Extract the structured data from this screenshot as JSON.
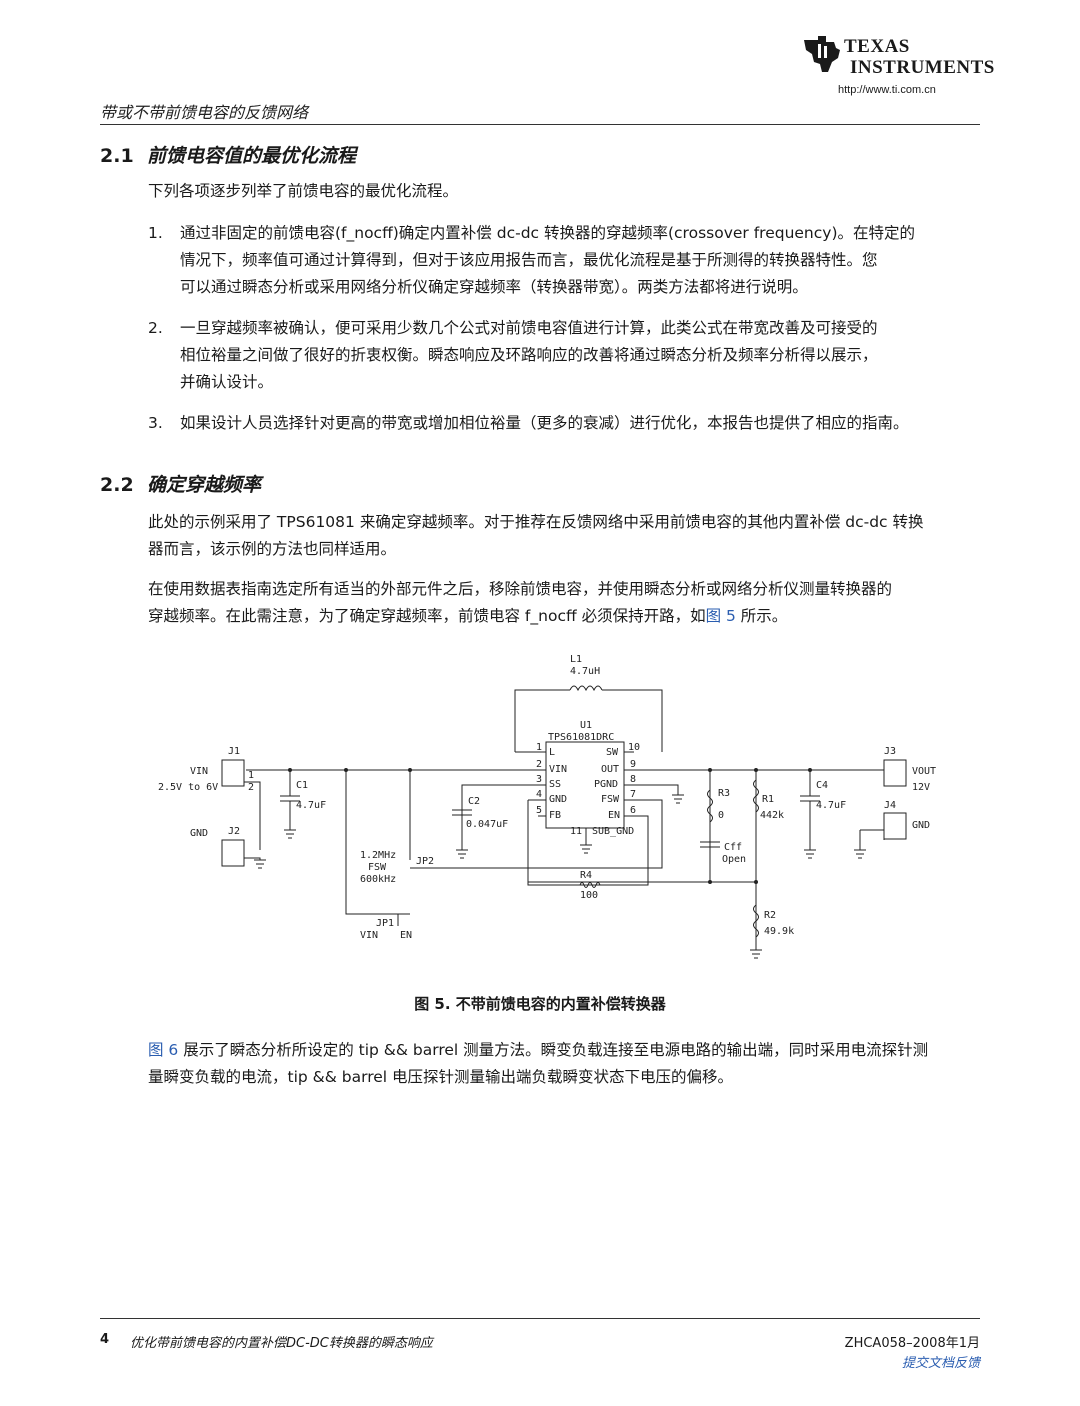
{
  "header": {
    "logo_line1": "TEXAS",
    "logo_line2": "INSTRUMENTS",
    "url": "http://www.ti.com.cn",
    "running_title": "带或不带前馈电容的反馈网络"
  },
  "section_2_1": {
    "number": "2.1",
    "title": "前馈电容值的最优化流程",
    "intro": "下列各项逐步列举了前馈电容的最优化流程。",
    "items": [
      {
        "num": "1.",
        "lines": [
          "通过非固定的前馈电容(f_nocff)确定内置补偿 dc-dc 转换器的穿越频率(crossover frequency)。在特定的",
          "情况下，频率值可通过计算得到，但对于该应用报告而言，最优化流程是基于所测得的转换器特性。您",
          "可以通过瞬态分析或采用网络分析仪确定穿越频率（转换器带宽）。两类方法都将进行说明。"
        ]
      },
      {
        "num": "2.",
        "lines": [
          "一旦穿越频率被确认，便可采用少数几个公式对前馈电容值进行计算，此类公式在带宽改善及可接受的",
          "相位裕量之间做了很好的折衷权衡。瞬态响应及环路响应的改善将通过瞬态分析及频率分析得以展示，",
          "并确认设计。"
        ]
      },
      {
        "num": "3.",
        "lines": [
          "如果设计人员选择针对更高的带宽或增加相位裕量（更多的衰减）进行优化，本报告也提供了相应的指南。"
        ]
      }
    ]
  },
  "section_2_2": {
    "number": "2.2",
    "title": "确定穿越频率",
    "para1": [
      "此处的示例采用了 TPS61081 来确定穿越频率。对于推荐在反馈网络中采用前馈电容的其他内置补偿 dc-dc 转换",
      "器而言，该示例的方法也同样适用。"
    ],
    "para2_line1": "在使用数据表指南选定所有适当的外部元件之后，移除前馈电容，并使用瞬态分析或网络分析仪测量转换器的",
    "para2_line2_pre": "穿越频率。在此需注意，为了确定穿越频率，前馈电容 f_nocff 必须保持开路，如",
    "para2_link": "图 5",
    "para2_line2_post": " 所示。",
    "figure_caption": "图 5. 不带前馈电容的内置补偿转换器",
    "para3_link": "图 6",
    "para3_line1_post": " 展示了瞬态分析所设定的 tip && barrel 测量方法。瞬变负载连接至电源电路的输出端，同时采用电流探针测",
    "para3_line2": "量瞬变负载的电流，tip && barrel 电压探针测量输出端负载瞬变状态下电压的偏移。"
  },
  "schematic": {
    "L1": "L1",
    "L1_val": "4.7uH",
    "U1": "U1",
    "U1_part": "TPS61081DRC",
    "pins": {
      "p1": "1",
      "p2": "2",
      "p3": "3",
      "p4": "4",
      "p5": "5",
      "p6": "6",
      "p7": "7",
      "p8": "8",
      "p9": "9",
      "p10": "10",
      "p11": "11",
      "L": "L",
      "VIN": "VIN",
      "SS": "SS",
      "GND": "GND",
      "FB": "FB",
      "SW": "SW",
      "OUT": "OUT",
      "PGND": "PGND",
      "FSW": "FSW",
      "EN": "EN",
      "SUB_GND": "SUB_GND"
    },
    "J1": "J1",
    "J2": "J2",
    "J3": "J3",
    "J4": "J4",
    "vin_label": "VIN",
    "vin_range": "2.5V to 6V",
    "gnd_left": "GND",
    "vout_label": "VOUT",
    "vout_val": "12V",
    "gnd_right": "GND",
    "C1": "C1",
    "C1_val": "4.7uF",
    "C2": "C2",
    "C2_val": "0.047uF",
    "C4": "C4",
    "C4_val": "4.7uF",
    "R1": "R1",
    "R1_val": "442k",
    "R2": "R2",
    "R2_val": "49.9k",
    "R3": "R3",
    "R3_val": "0",
    "R4": "R4",
    "R4_val": "100",
    "Cff": "Cff",
    "Cff_val": "Open",
    "JP1": "JP1",
    "JP1_vin": "VIN",
    "JP1_en": "EN",
    "JP2": "JP2",
    "fsw_1": "1.2MHz",
    "fsw_2": "FSW",
    "fsw_3": "600kHz",
    "jpin1": "1",
    "jpin2": "2"
  },
  "footer": {
    "page_number": "4",
    "doc_title": "优化带前馈电容的内置补偿DC-DC转换器的瞬态响应",
    "doc_id": "ZHCA058–2008年1月",
    "feedback": "提交文档反馈"
  }
}
